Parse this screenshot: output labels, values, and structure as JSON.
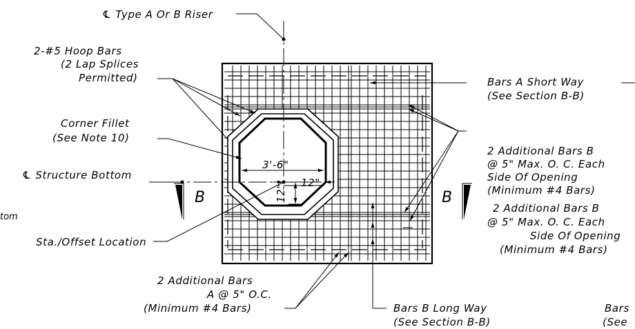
{
  "labels": {
    "riser": "℄ Type A Or B Riser",
    "hoop_1": "2-#5 Hoop Bars",
    "hoop_2": "(2 Lap Splices",
    "hoop_3": "Permitted)",
    "fillet_1": "Corner Fillet",
    "fillet_2": "(See Note 10)",
    "structure_bottom": "℄ Structure Bottom",
    "partial_left": "tom",
    "staoffset": "Sta./Offset Location",
    "bars_a_short_1": "Bars A Short Way",
    "bars_a_short_2": "(See Section B-B)",
    "addl_b_upper_1": "2 Additional Bars B",
    "addl_b_upper_2": "@ 5\" Max. O. C. Each",
    "addl_b_upper_3": "Side Of Opening",
    "addl_b_upper_4": "(Minimum #4 Bars)",
    "addl_b_lower_1": "2 Additional Bars B",
    "addl_b_lower_2": "@ 5\" Max. O. C. Each",
    "addl_b_lower_3": "Side Of Opening",
    "addl_b_lower_4": "(Minimum #4 Bars)",
    "addl_a_1": "2 Additional Bars",
    "addl_a_2": "A @ 5\" O.C.",
    "addl_a_3": "(Minimum #4 Bars)",
    "bars_b_long_1": "Bars B Long Way",
    "bars_b_long_2": "(See Section B-B)",
    "partial_right_1": "Bars",
    "partial_right_2": "(See",
    "section_b": "B"
  },
  "dimensions": {
    "opening_width": "3'-6\"",
    "offset_horizontal": "12\"",
    "offset_vertical": "12\""
  }
}
